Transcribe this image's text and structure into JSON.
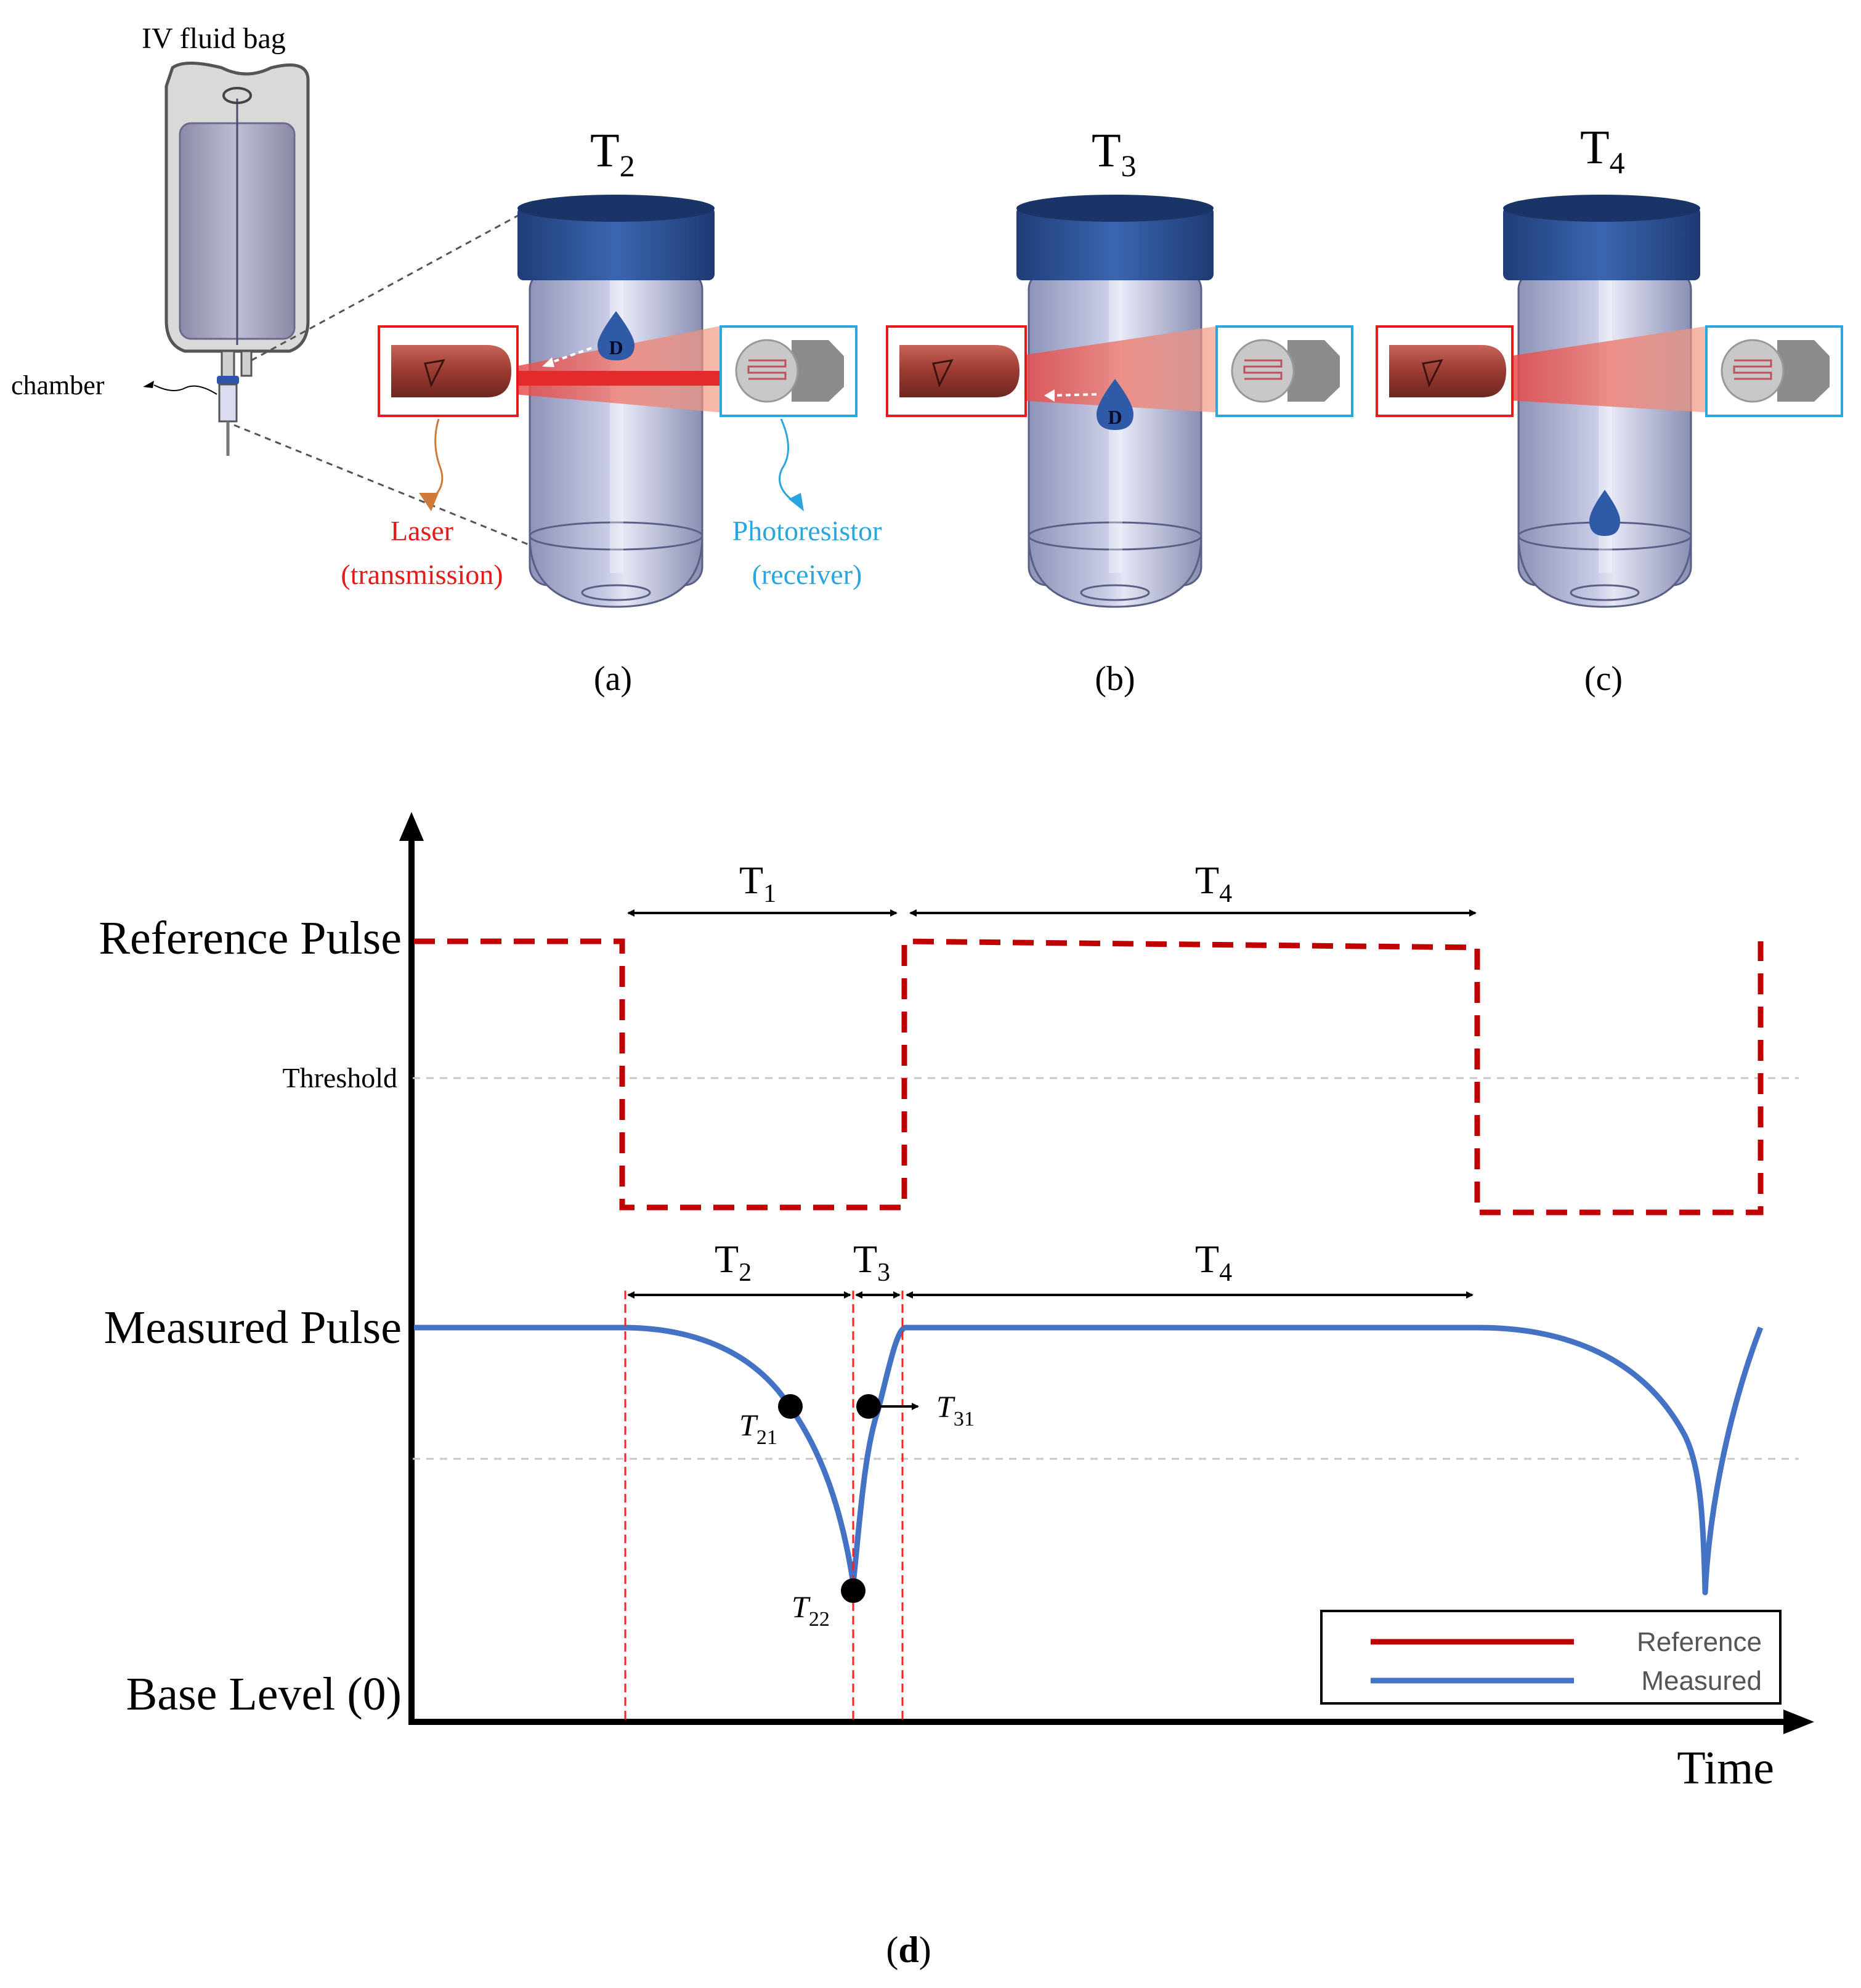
{
  "top": {
    "bag_label": "IV fluid  bag",
    "chamber_label": "chamber",
    "laser_label_1": "Laser",
    "laser_label_2": "(transmission)",
    "photo_label_1": "Photoresistor",
    "photo_label_2": "(receiver)",
    "drop_label": "D",
    "panels": [
      {
        "title_main": "T",
        "title_sub": "2",
        "caption": "(a)"
      },
      {
        "title_main": "T",
        "title_sub": "3",
        "caption": "(b)"
      },
      {
        "title_main": "T",
        "title_sub": "4",
        "caption": "(c)"
      }
    ]
  },
  "timing": {
    "y_labels": {
      "reference": "Reference Pulse",
      "threshold": "Threshold",
      "measured": "Measured Pulse",
      "base": "Base Level (0)"
    },
    "x_label": "Time",
    "intervals_ref": [
      {
        "main": "T",
        "sub": "1"
      },
      {
        "main": "T",
        "sub": "4"
      }
    ],
    "intervals_meas": [
      {
        "main": "T",
        "sub": "2"
      },
      {
        "main": "T",
        "sub": "3"
      },
      {
        "main": "T",
        "sub": "4"
      }
    ],
    "points": [
      {
        "main": "T",
        "sub": "21"
      },
      {
        "main": "T",
        "sub": "22"
      },
      {
        "main": "T",
        "sub": "31"
      }
    ],
    "legend": {
      "reference": "Reference",
      "measured": "Measured"
    },
    "colors": {
      "reference": "#c00000",
      "measured": "#4472c4"
    }
  },
  "caption": "(d)"
}
